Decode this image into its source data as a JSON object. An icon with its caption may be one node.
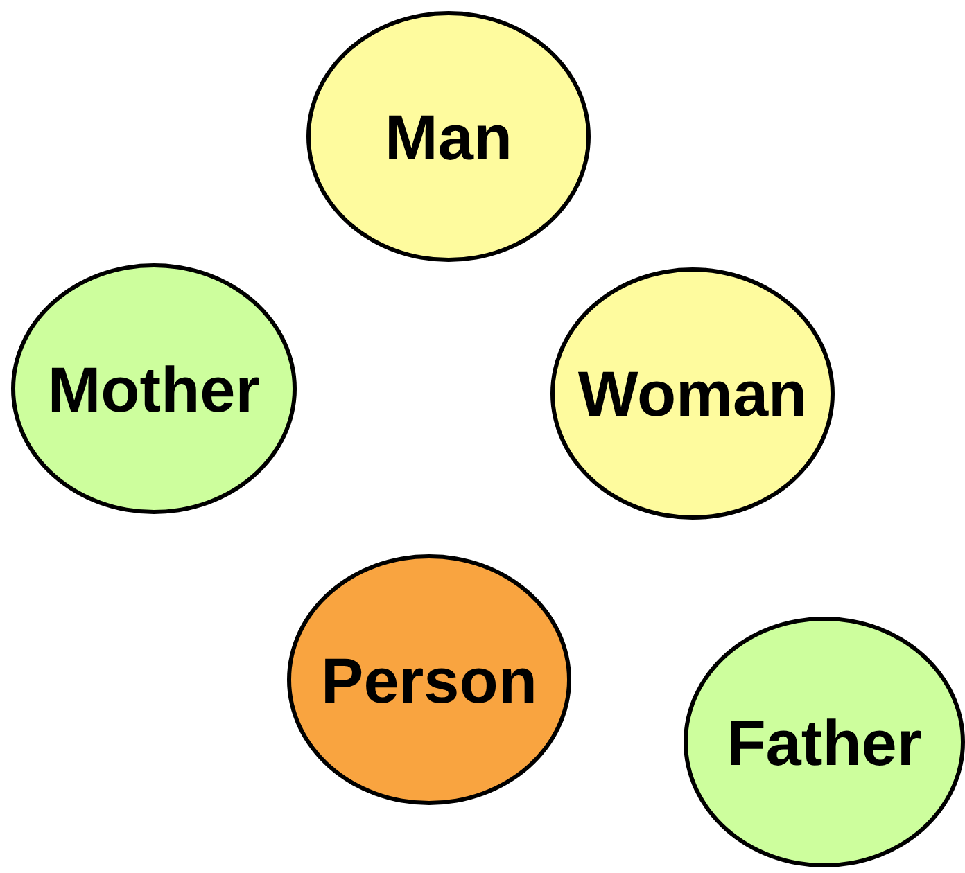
{
  "diagram": {
    "nodes": [
      {
        "text": [
          "Man"
        ]
      },
      {
        "text": [
          "Mother"
        ]
      },
      {
        "text": [
          "Woman"
        ]
      },
      {
        "text": [
          "Person"
        ]
      },
      {
        "text": [
          "Father"
        ]
      }
    ]
  }
}
